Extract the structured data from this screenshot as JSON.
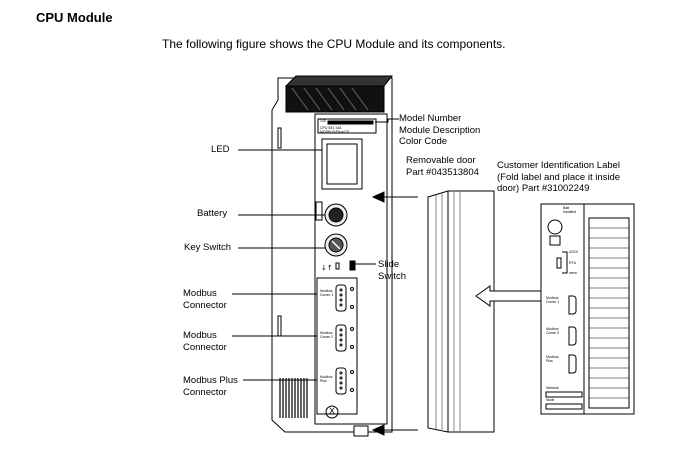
{
  "heading": "CPU Module",
  "intro": "The following figure shows the CPU Module and its components.",
  "labels": {
    "led": "LED",
    "battery": "Battery",
    "key_switch": "Key Switch",
    "modbus_1": [
      "Modbus",
      "Connector"
    ],
    "modbus_2": [
      "Modbus",
      "Connector"
    ],
    "modbus_plus": [
      "Modbus Plus",
      "Connector"
    ],
    "model_number": [
      "Model Number",
      "Module Description",
      "Color Code"
    ],
    "removable_door": [
      "Removable door",
      "Part #043513804"
    ],
    "slide_switch": [
      "Slide",
      "Switch"
    ],
    "customer_label": [
      "Customer Identification Label",
      "(Fold label and place it inside",
      "door) Part #31002249"
    ]
  },
  "module_face": {
    "top_code": "140",
    "model": "CPU 534 14A",
    "desc": "MODBUS/Plus/CP",
    "port1": [
      "Modbus",
      "Comm 1"
    ],
    "port2": [
      "Modbus",
      "Comm 2"
    ],
    "port3": [
      "Modbus",
      "Plus"
    ],
    "x_mark": "X"
  },
  "label_card": {
    "batt": [
      "Batt",
      "Installed"
    ],
    "ascii": "ASCII",
    "rtu": "RTU",
    "mem": "mem",
    "comm1": [
      "Modbus",
      "Comm 1"
    ],
    "comm2": [
      "Modbus",
      "Comm 2"
    ],
    "plus": [
      "Modbus",
      "Plus"
    ],
    "network": "Network",
    "node": "Node"
  }
}
